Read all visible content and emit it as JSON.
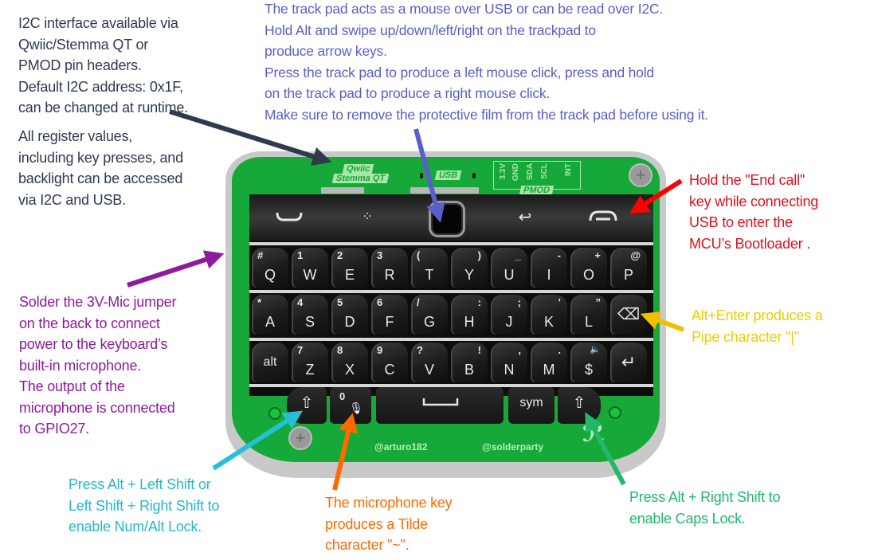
{
  "notes": {
    "i2c_interface": "I2C interface available via\nQwiic/Stemma QT or\nPMOD pin headers.\nDefault I2C address: 0x1F,\ncan be changed at runtime.",
    "register_values": "All register values,\nincluding key presses, and\nbacklight can be accessed\nvia I2C and USB.",
    "trackpad": "The track pad acts as a mouse over USB or can be read over I2C.\nHold Alt and swipe up/down/left/right on the trackpad to\nproduce arrow keys.\nPress the track pad to produce a left mouse click, press and hold\non the track pad to produce a right mouse click.\nMake sure to remove the protective film from the track pad before using it.",
    "end_call": "Hold the \"End call\"\nkey while connecting\nUSB to enter the\nMCU’s Bootloader .",
    "alt_enter": "Alt+Enter produces a\nPipe character \"|\"",
    "microphone_jumper": "Solder the 3V-Mic jumper\non the back to connect\npower to the keyboard’s\nbuilt-in microphone.\nThe output of the\nmicrophone is connected\nto GPIO27.",
    "num_lock": "Press Alt + Left Shift or\nLeft Shift + Right Shift to\nenable Num/Alt Lock.",
    "tilde": "The microphone key\nproduces a Tilde\ncharacter \"~\".",
    "caps_lock": "Press Alt + Right Shift to\nenable Caps Lock."
  },
  "colors": {
    "i2c": "#2f3a4f",
    "trackpad": "#5a5fc8",
    "end_call": "#e0101e",
    "alt_enter": "#e8cf00",
    "microphone_jumper": "#8e1a9e",
    "num_lock": "#26b8cc",
    "tilde": "#ff6a00",
    "caps_lock": "#22b86a",
    "board_green": "#17a83a"
  },
  "board": {
    "qwiic_label_1": "Qwiic",
    "qwiic_label_2": "Stemma QT",
    "usb_label": "USB",
    "pmod_label": "PMOD",
    "pmod_pins": [
      "3.3V",
      "GND",
      "SDA",
      "SCL",
      "INT"
    ],
    "credit_1": "@arturo182",
    "credit_2": "@solderparty"
  },
  "nav_keys": {
    "call": "call-icon",
    "menu": "blackberry-menu-icon",
    "trackpad": "trackpad",
    "back": "back-icon",
    "end_call": "end-call-icon"
  },
  "keyboard": {
    "row1": [
      {
        "sec": "#",
        "pri": "Q"
      },
      {
        "sec": "1",
        "pri": "W"
      },
      {
        "sec": "2",
        "pri": "E"
      },
      {
        "sec": "3",
        "pri": "R"
      },
      {
        "sec": "(",
        "pri": "T"
      },
      {
        "sec": ")",
        "pri": "Y"
      },
      {
        "sec": "_",
        "pri": "U"
      },
      {
        "sec": "-",
        "pri": "I"
      },
      {
        "sec": "+",
        "pri": "O"
      },
      {
        "sec": "@",
        "pri": "P"
      }
    ],
    "row2": [
      {
        "sec": "*",
        "pri": "A"
      },
      {
        "sec": "4",
        "pri": "S"
      },
      {
        "sec": "5",
        "pri": "D"
      },
      {
        "sec": "6",
        "pri": "F"
      },
      {
        "sec": "/",
        "pri": "G"
      },
      {
        "sec": ":",
        "pri": "H"
      },
      {
        "sec": ";",
        "pri": "J"
      },
      {
        "sec": "’",
        "pri": "K"
      },
      {
        "sec": "”",
        "pri": "L"
      },
      {
        "sec": "",
        "pri": "⌫"
      }
    ],
    "row3": [
      {
        "sec": "",
        "pri": "alt"
      },
      {
        "sec": "7",
        "pri": "Z"
      },
      {
        "sec": "8",
        "pri": "X"
      },
      {
        "sec": "9",
        "pri": "C"
      },
      {
        "sec": "?",
        "pri": "V"
      },
      {
        "sec": "!",
        "pri": "B"
      },
      {
        "sec": ",",
        "pri": "N"
      },
      {
        "sec": ".",
        "pri": "M"
      },
      {
        "sec": "🔈",
        "pri": "$"
      },
      {
        "sec": "",
        "pri": "↵"
      }
    ],
    "bottom": {
      "left_shift": "⇧",
      "mic_sec": "0",
      "mic": "🎙",
      "space": "␣",
      "sym": "sym",
      "right_shift": "⇧"
    }
  }
}
